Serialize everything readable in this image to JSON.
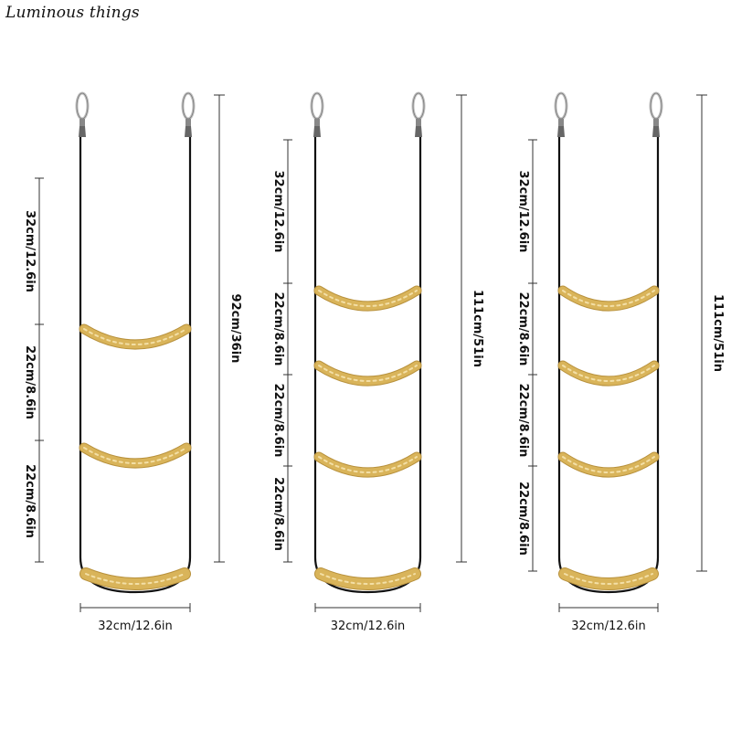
{
  "brand": "Luminous things",
  "colors": {
    "rope": "#d9b45a",
    "rope_dark": "#b8913c",
    "strap": "#111111",
    "hook": "#bfbfbf",
    "dim_line": "#333333"
  },
  "ladders": [
    {
      "rungs": 3,
      "width_label": "32cm/12.6in",
      "height_label": "92cm/36in",
      "spacing_labels": [
        "32cm/12.6in",
        "22cm/8.6in",
        "22cm/8.6in"
      ]
    },
    {
      "rungs": 4,
      "width_label": "32cm/12.6in",
      "height_label": "111cm/51in",
      "spacing_labels": [
        "32cm/12.6in",
        "22cm/8.6in",
        "22cm/8.6in",
        "22cm/8.6in"
      ]
    },
    {
      "rungs": 4,
      "width_label": "32cm/12.6in",
      "height_label": "111cm/51in",
      "spacing_labels": [
        "32cm/12.6in",
        "22cm/8.6in",
        "22cm/8.6in",
        "22cm/8.6in"
      ]
    }
  ]
}
